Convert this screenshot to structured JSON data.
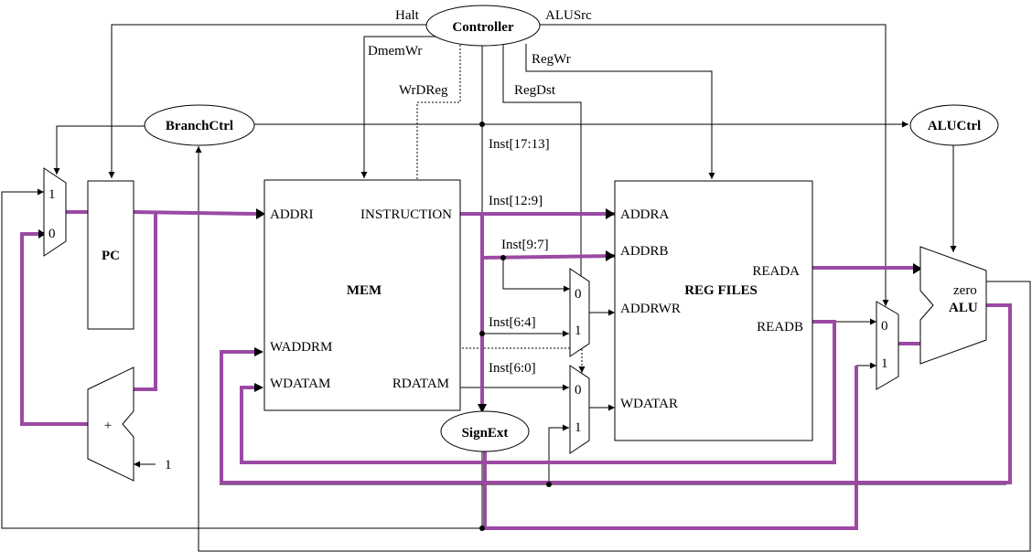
{
  "units": {
    "controller": "Controller",
    "branch_ctrl": "BranchCtrl",
    "alu_ctrl": "ALUCtrl",
    "sign_ext": "SignExt",
    "pc": "PC",
    "mem": "MEM",
    "reg_files": "REG FILES",
    "alu": "ALU"
  },
  "signals": {
    "halt": "Halt",
    "alusrc": "ALUSrc",
    "dmemwr": "DmemWr",
    "regwr": "RegWr",
    "wrdreg": "WrDReg",
    "regdst": "RegDst"
  },
  "instruction_fields": {
    "f1": "Inst[17:13]",
    "f2": "Inst[12:9]",
    "f3": "Inst[9:7]",
    "f4": "Inst[6:4]",
    "f5": "Inst[6:0]"
  },
  "ports": {
    "addri": "ADDRI",
    "instruction": "INSTRUCTION",
    "waddrm": "WADDRM",
    "wdatam": "WDATAM",
    "rdatam": "RDATAM",
    "addra": "ADDRA",
    "addrb": "ADDRB",
    "addrwr": "ADDRWR",
    "wdatar": "WDATAR",
    "reada": "READA",
    "readb": "READB",
    "zero": "zero"
  },
  "mux_inputs": {
    "pc_mux_1": "1",
    "pc_mux_0": "0",
    "addrwr_mux_0": "0",
    "addrwr_mux_1": "1",
    "wdatar_mux_0": "0",
    "wdatar_mux_1": "1",
    "alu_mux_0": "0",
    "alu_mux_1": "1"
  },
  "adder": {
    "symbol": "+",
    "constant": "1"
  }
}
